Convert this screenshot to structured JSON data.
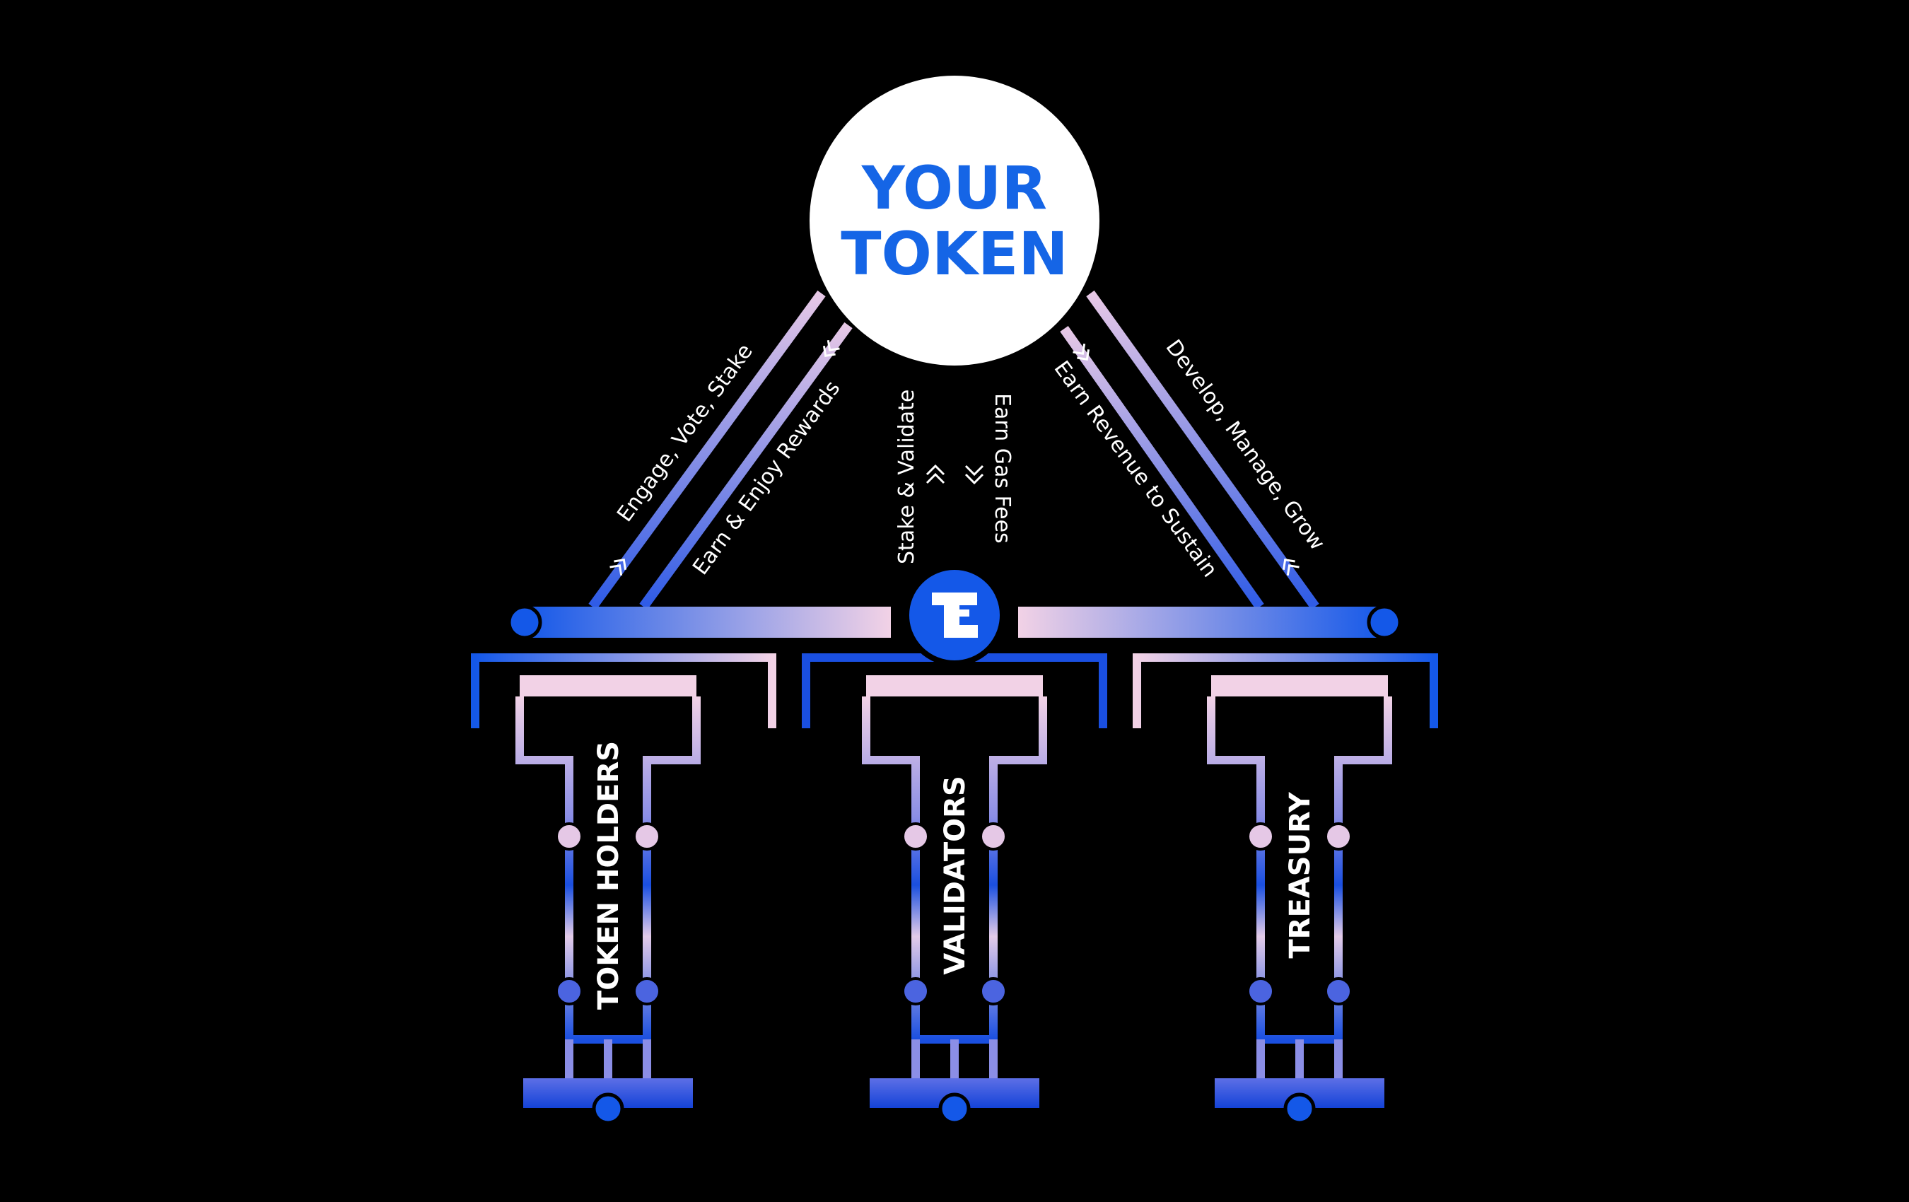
{
  "center_token": {
    "line1": "YOUR",
    "line2": "TOKEN"
  },
  "flows": {
    "left_outer": "Engage, Vote, Stake",
    "left_inner": "Earn & Enjoy Rewards",
    "mid_left": "Stake & Validate",
    "mid_right": "Earn Gas Fees",
    "right_inner": "Earn Revenue to Sustain",
    "right_outer": "Develop, Manage, Grow"
  },
  "pillars": [
    {
      "label": "TOKEN HOLDERS"
    },
    {
      "label": "VALIDATORS"
    },
    {
      "label": "TREASURY"
    }
  ],
  "hub_icon": "l-logo-icon",
  "colors": {
    "background": "#000000",
    "blue": "#1458e8",
    "pink": "#f2d2e6",
    "lavender": "#9a9ce8",
    "token_text": "#1565e6",
    "token_fill": "#ffffff"
  }
}
